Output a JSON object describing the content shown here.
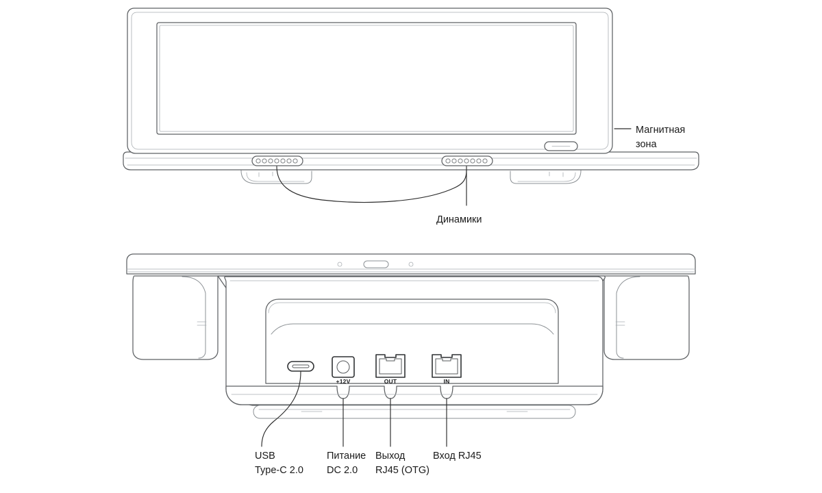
{
  "diagram": {
    "title": "Device front and rear callout diagram",
    "colors": {
      "background": "#ffffff",
      "line": "#5d6063",
      "line_light": "#8b9094",
      "leader": "#2b2b2b",
      "text": "#17181a",
      "port_outline": "#2f3133"
    },
    "views": {
      "front": {
        "name": "front-view",
        "callouts": [
          {
            "id": "magnetic-zone",
            "lines": [
              "Магнитная",
              "зона"
            ],
            "line1": "Магнитная",
            "line2": "зона"
          },
          {
            "id": "speakers",
            "lines": [
              "Динамики"
            ],
            "line1": "Динамики"
          }
        ]
      },
      "rear": {
        "name": "rear-view",
        "port_micro_labels": {
          "power": "+12V",
          "rj45_out": "OUT",
          "rj45_in": "IN"
        },
        "callouts": [
          {
            "id": "usb-c",
            "lines": [
              "USB",
              "Type-C 2.0"
            ],
            "line1": "USB",
            "line2": "Type-C 2.0"
          },
          {
            "id": "power-dc",
            "lines": [
              "Питание",
              "DC 2.0"
            ],
            "line1": "Питание",
            "line2": "DC 2.0"
          },
          {
            "id": "rj45-out",
            "lines": [
              "Выход",
              "RJ45 (OTG)"
            ],
            "line1": "Выход",
            "line2": "RJ45 (OTG)"
          },
          {
            "id": "rj45-in",
            "lines": [
              "Вход RJ45"
            ],
            "line1": "Вход RJ45"
          }
        ]
      }
    }
  }
}
